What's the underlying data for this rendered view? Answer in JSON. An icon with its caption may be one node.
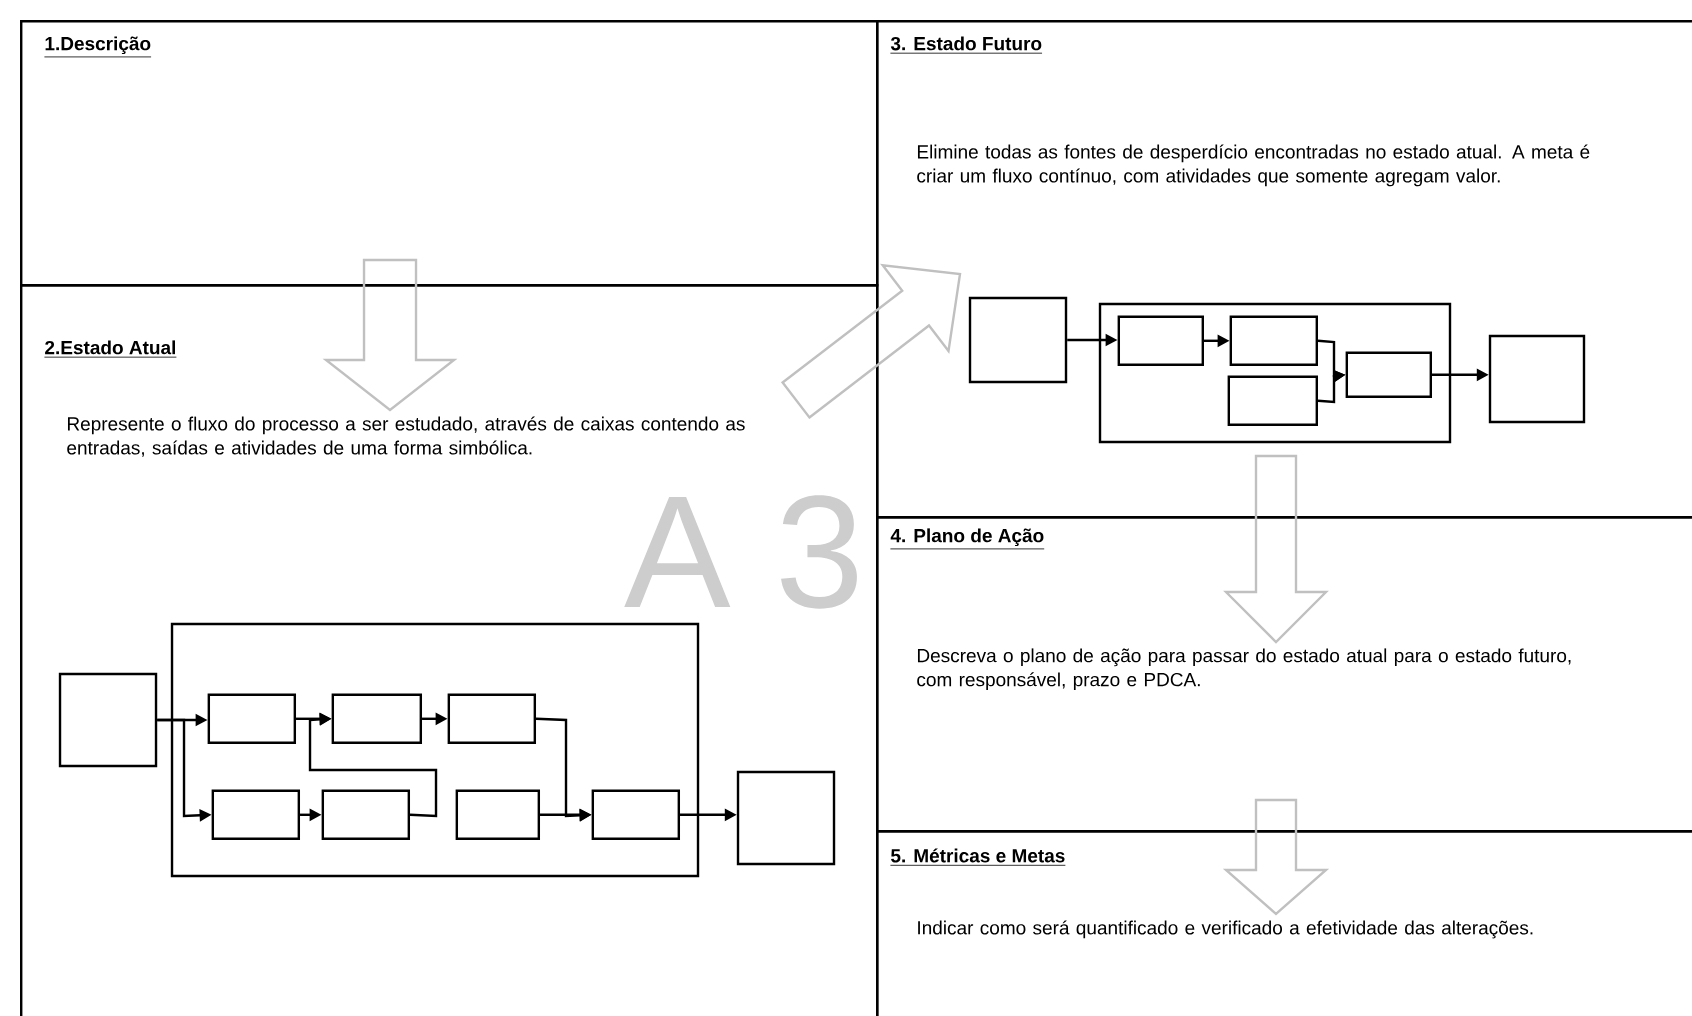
{
  "diagram": {
    "nodes": [
      {
        "text": [
          "1.Descrição"
        ]
      },
      {
        "text": [
          "2.Estado Atual",
          "Represente o fluxo do processo a ser estudado, através de caixas contendo as entradas, saídas e atividades de uma forma simbólica."
        ]
      },
      {
        "text": [],
        "shape": "box",
        "in": 1
      },
      {
        "text": [],
        "shape": "box",
        "in": 1
      },
      {
        "text": [],
        "shape": "box",
        "in": 3
      },
      {
        "text": [],
        "shape": "box",
        "in": 3
      },
      {
        "text": [],
        "shape": "box",
        "in": 3
      },
      {
        "text": [],
        "shape": "box",
        "in": 3
      },
      {
        "text": [],
        "shape": "box",
        "in": 3
      },
      {
        "text": [],
        "shape": "box",
        "in": 3
      },
      {
        "text": [],
        "shape": "box",
        "in": 3
      },
      {
        "text": [],
        "shape": "box",
        "in": 1
      },
      {
        "text": [
          "3. Estado Futuro",
          "Elimine todas as fontes de desperdício encontradas no estado atual. A meta é criar um fluxo contínuo, com atividades que somente agregam valor."
        ]
      },
      {
        "text": [],
        "shape": "box",
        "in": 12
      },
      {
        "text": [],
        "shape": "box",
        "in": 12
      },
      {
        "text": [],
        "shape": "box",
        "in": 14
      },
      {
        "text": [],
        "shape": "box",
        "in": 14
      },
      {
        "text": [],
        "shape": "box",
        "in": 14
      },
      {
        "text": [],
        "shape": "box",
        "in": 14
      },
      {
        "text": [],
        "shape": "box",
        "in": 12
      },
      {
        "text": [
          "4. Plano de Ação",
          "Descreva o plano de ação para passar do estado atual para o estado futuro, com responsável, prazo e PDCA."
        ]
      },
      {
        "text": [
          "5. Métricas e Metas",
          "Indicar como será quantificado e verificado a efetividade das alterações."
        ]
      }
    ],
    "edges": [
      {
        "from": 2,
        "to": 4,
        "arrow": "to"
      },
      {
        "from": 2,
        "to": 7,
        "arrow": "to"
      },
      {
        "from": 4,
        "to": 5,
        "arrow": "to"
      },
      {
        "from": 5,
        "to": 6,
        "arrow": "to"
      },
      {
        "from": 7,
        "to": 8,
        "arrow": "to"
      },
      {
        "from": 8,
        "to": 5,
        "arrow": "to"
      },
      {
        "from": 6,
        "to": 10,
        "arrow": "to"
      },
      {
        "from": 9,
        "to": 10,
        "arrow": "to"
      },
      {
        "from": 10,
        "to": 11,
        "arrow": "to"
      },
      {
        "from": 13,
        "to": 15,
        "arrow": "to"
      },
      {
        "from": 15,
        "to": 16,
        "arrow": "to"
      },
      {
        "from": 16,
        "to": 18,
        "arrow": "to"
      },
      {
        "from": 17,
        "to": 18,
        "arrow": "to"
      },
      {
        "from": 18,
        "to": 19,
        "arrow": "to"
      },
      {
        "from": 0,
        "to": 1,
        "arrow": "to",
        "style": "thick",
        "color": "#c0c0c0"
      },
      {
        "from": 1,
        "to": 12,
        "arrow": "to",
        "style": "thick",
        "color": "#c0c0c0"
      },
      {
        "from": 12,
        "to": 20,
        "arrow": "to",
        "style": "thick",
        "color": "#c0c0c0"
      },
      {
        "from": 20,
        "to": 21,
        "arrow": "to",
        "style": "thick",
        "color": "#c0c0c0"
      }
    ],
    "labels": [
      "A 3"
    ]
  }
}
